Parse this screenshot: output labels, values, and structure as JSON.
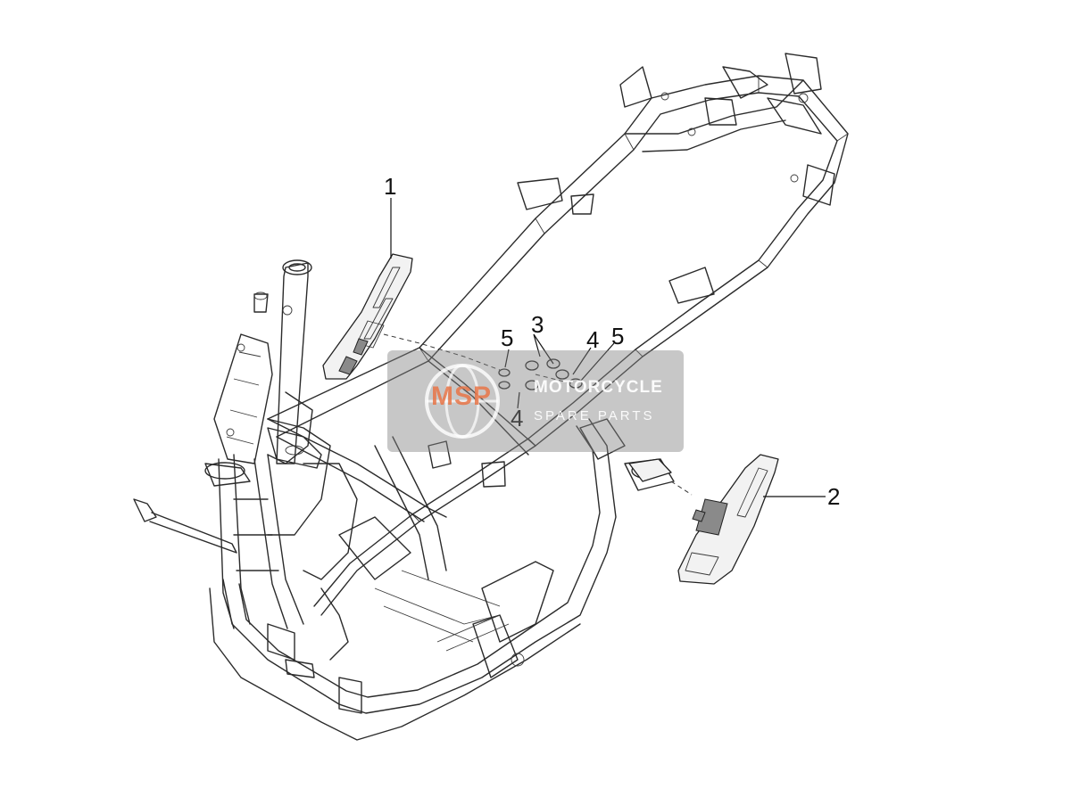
{
  "callouts": [
    {
      "id": "c1",
      "label": "1"
    },
    {
      "id": "c2",
      "label": "2"
    },
    {
      "id": "c3",
      "label": "3"
    },
    {
      "id": "c4a",
      "label": "4"
    },
    {
      "id": "c4b",
      "label": "4"
    },
    {
      "id": "c5a",
      "label": "5"
    },
    {
      "id": "c5b",
      "label": "5"
    }
  ],
  "watermark": {
    "logo_text": "MSP",
    "line1": "MOTORCYCLE",
    "line2": "SPARE PARTS"
  },
  "colors": {
    "line": "#2b2b2b",
    "watermark_bg": "#828282",
    "watermark_logo": "#e87446"
  }
}
